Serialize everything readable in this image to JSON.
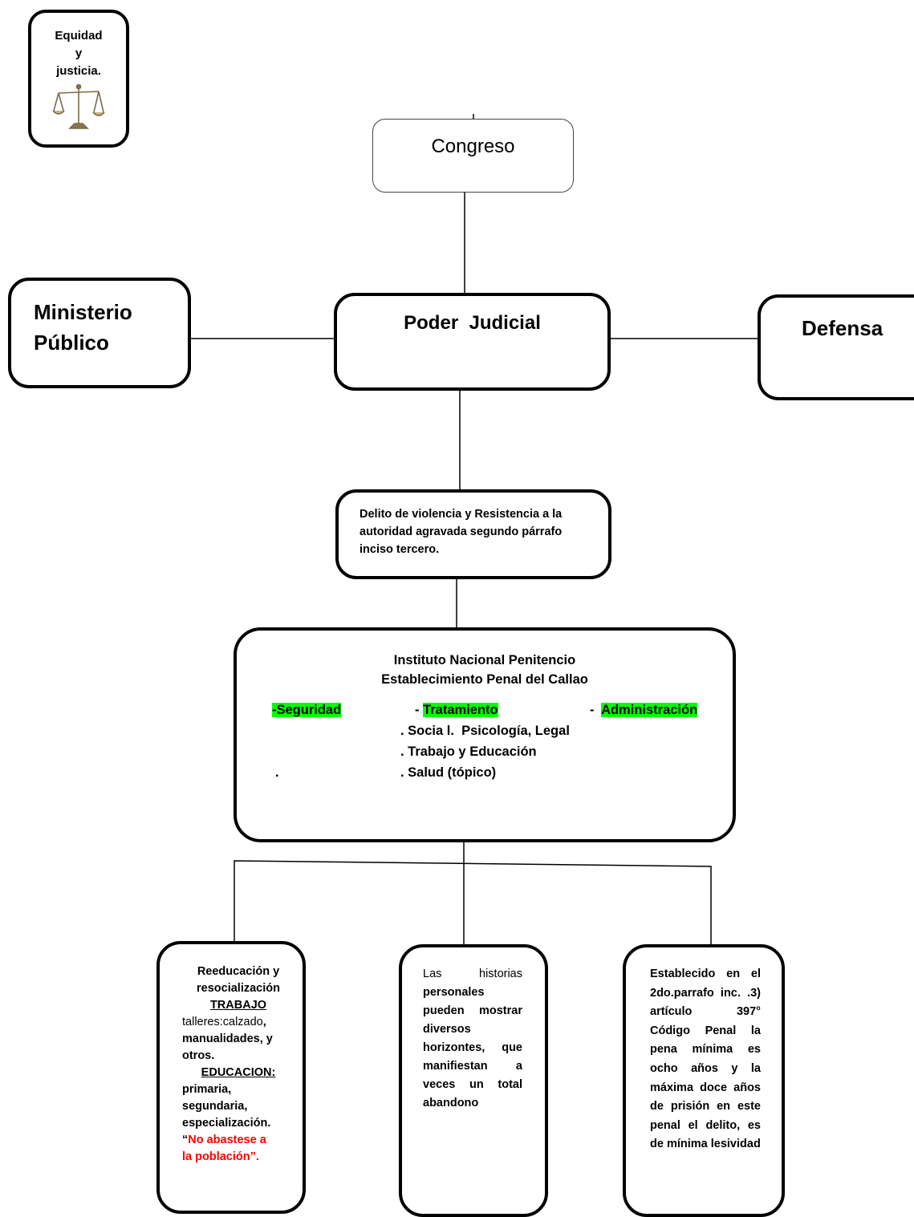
{
  "equity_box": {
    "line1": "Equidad",
    "line2": "y",
    "line3": "justicia."
  },
  "congress": {
    "label": "Congreso"
  },
  "judicial": {
    "label": "Poder  Judicial"
  },
  "ministerio": {
    "line1": "Ministerio",
    "line2": "Público"
  },
  "defensa": {
    "label": "Defensa"
  },
  "delito": {
    "text": "Delito de violencia y Resistencia a la autoridad agravada segundo párrafo inciso tercero."
  },
  "instituto": {
    "title1": "Instituto Nacional Penitencio",
    "title2": "Establecimiento Penal del Callao",
    "areas": [
      "-Seguridad",
      "Tratamiento",
      "Administración"
    ],
    "dash2": "- ",
    "dash3": "-  ",
    "items": [
      ". Socia l.  Psicología, Legal",
      ". Trabajo y Educación",
      ". Salud (tópico)"
    ],
    "dot": "."
  },
  "box_left": {
    "l1": "Reeducación y",
    "l2": "resocialización",
    "trabajo": "TRABAJO",
    "talleres": "talleres:calzado",
    "comma": ",",
    "l4": "manualidades, y",
    "l5": "otros.",
    "educacion": "EDUCACION:",
    "l7": "primaria,",
    "l8": "segundaria,",
    "l9": "especialización.",
    "quote_open": "“",
    "red1": "No abastese a",
    "red2": "la población",
    "quote_close": "”."
  },
  "box_mid": {
    "w1": "Las",
    "w2": "historias",
    "rest": "personales pueden mostrar diversos horizontes, que manifiestan a veces un total abandono"
  },
  "box_right": {
    "text": "Establecido en el 2do.parrafo inc. .3) artículo 397° Código Penal la pena mínima es ocho años y la máxima doce años de prisión en este penal el delito, es de mínima lesividad"
  }
}
